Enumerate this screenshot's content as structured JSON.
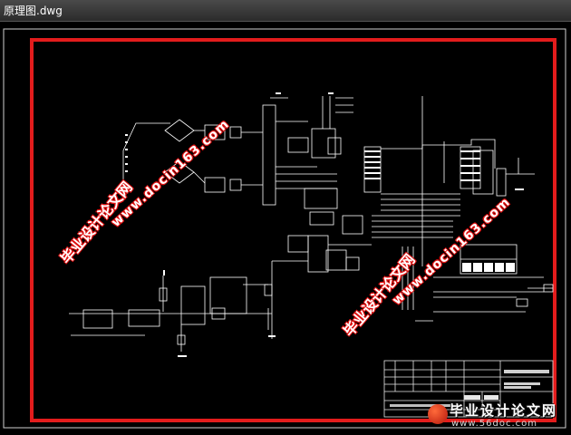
{
  "window": {
    "title": "原理图.dwg"
  },
  "watermarks": {
    "cn_label": "毕业设计论文网",
    "url_label": "www.docin163.com"
  },
  "footer_logo": {
    "name": "毕业设计论文网",
    "url": "www.56doc.com"
  },
  "colors": {
    "frame_border": "#e31c1c",
    "drawing_lines": "#ffffff",
    "background": "#000000"
  }
}
